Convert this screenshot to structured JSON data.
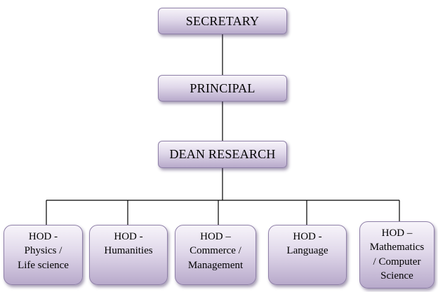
{
  "org_chart": {
    "secretary": [
      "SECRETARY"
    ],
    "principal": [
      "PRINCIPAL"
    ],
    "dean_research": [
      "DEAN RESEARCH"
    ],
    "hods": [
      {
        "id": "physics",
        "lines": [
          "HOD -",
          "Physics /",
          "Life science"
        ]
      },
      {
        "id": "humanities",
        "lines": [
          "HOD -",
          "Humanities"
        ]
      },
      {
        "id": "commerce",
        "lines": [
          "HOD –",
          "Commerce /",
          "Management"
        ]
      },
      {
        "id": "language",
        "lines": [
          "HOD -",
          "Language"
        ]
      },
      {
        "id": "mathematics",
        "lines": [
          "HOD –",
          "Mathematics",
          "/ Computer",
          "Science"
        ]
      }
    ]
  }
}
